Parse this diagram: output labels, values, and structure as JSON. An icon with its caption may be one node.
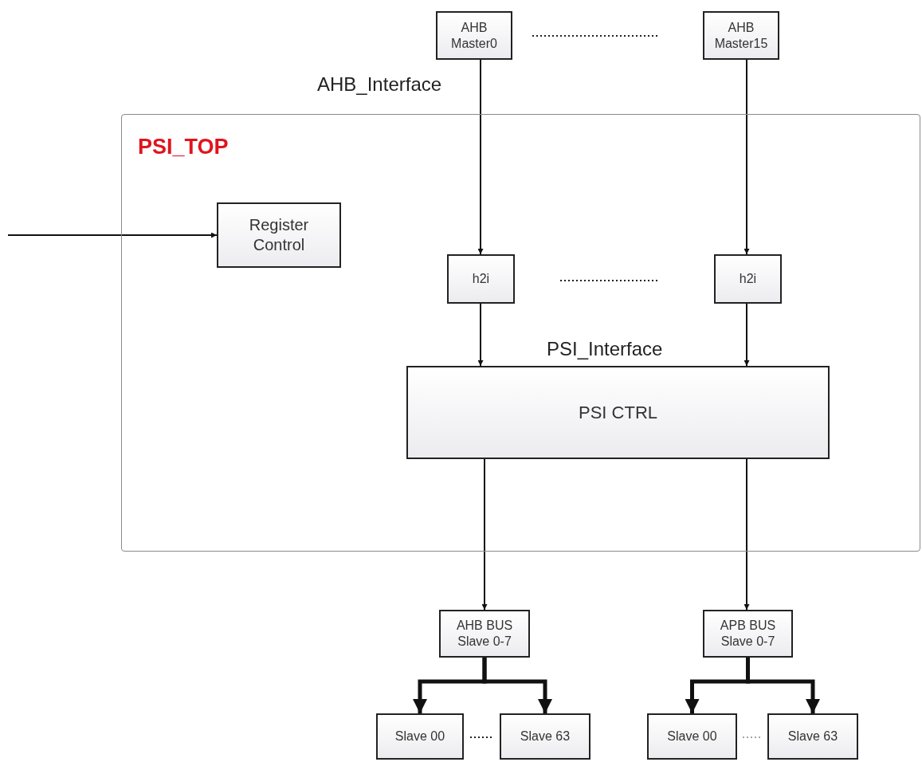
{
  "diagram": {
    "nodes": [
      {
        "text": [
          "AHB Master0"
        ]
      },
      {
        "text": [
          "AHB Master15"
        ]
      },
      {
        "text": [
          "PSI_TOP"
        ]
      },
      {
        "text": [
          "Register Control"
        ],
        "in": 2
      },
      {
        "text": [
          "h2i"
        ],
        "in": 2
      },
      {
        "text": [
          "h2i"
        ],
        "in": 2
      },
      {
        "text": [
          "PSI CTRL"
        ],
        "in": 2
      },
      {
        "text": [
          "AHB BUS Slave 0-7"
        ]
      },
      {
        "text": [
          "APB BUS Slave 0-7"
        ]
      },
      {
        "text": [
          "Slave 00"
        ]
      },
      {
        "text": [
          "Slave 63"
        ]
      },
      {
        "text": [
          "Slave 00"
        ]
      },
      {
        "text": [
          "Slave 63"
        ]
      }
    ],
    "edges": [
      {
        "from": null,
        "to": 3,
        "arrow": "to"
      },
      {
        "from": 0,
        "to": 4,
        "arrow": "to"
      },
      {
        "from": 1,
        "to": 5,
        "arrow": "to"
      },
      {
        "from": 4,
        "to": 6,
        "arrow": "to"
      },
      {
        "from": 5,
        "to": 6,
        "arrow": "to"
      },
      {
        "from": 6,
        "to": 7,
        "arrow": "to"
      },
      {
        "from": 6,
        "to": 8,
        "arrow": "to"
      },
      {
        "from": 7,
        "to": 9,
        "arrow": "to",
        "style": "thick"
      },
      {
        "from": 7,
        "to": 10,
        "arrow": "to",
        "style": "thick"
      },
      {
        "from": 8,
        "to": 11,
        "arrow": "to",
        "style": "thick"
      },
      {
        "from": 8,
        "to": 12,
        "arrow": "to",
        "style": "thick"
      }
    ],
    "labels": [
      "AHB_Interface",
      "PSI_Interface"
    ]
  }
}
